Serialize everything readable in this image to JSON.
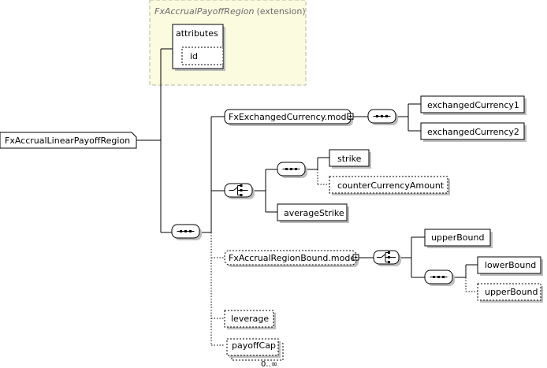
{
  "extension": {
    "type_name": "FxAccrualPayoffRegion",
    "suffix": "(extension)",
    "attributes_label": "attributes",
    "attribute_id": "id"
  },
  "root": {
    "label": "FxAccrualLinearPayoffRegion"
  },
  "groups": {
    "exchanged_currency": "FxExchangedCurrency.model",
    "region_bound": "FxAccrualRegionBound.model"
  },
  "elements": {
    "exchanged_currency_1": "exchangedCurrency1",
    "exchanged_currency_2": "exchangedCurrency2",
    "strike": "strike",
    "counter_currency_amount": "counterCurrencyAmount",
    "average_strike": "averageStrike",
    "upper_bound_1": "upperBound",
    "lower_bound": "lowerBound",
    "upper_bound_2": "upperBound",
    "leverage": "leverage",
    "payoff_cap": "payoffCap"
  },
  "occurrence": {
    "payoff_cap": "0..∞"
  },
  "colors": {
    "extension_fill": "#fbfbe0",
    "extension_border": "#b4b4a0",
    "box_fill": "#ffffff",
    "line": "#000000",
    "shadow": "#bdbdbd"
  },
  "icons": {
    "sequence": "sequence-compositor-icon",
    "choice": "choice-compositor-icon",
    "expand": "expand-plus-icon"
  }
}
